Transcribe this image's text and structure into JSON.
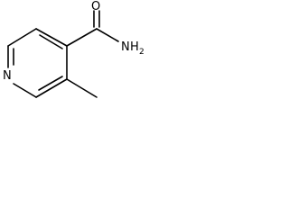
{
  "structure": {
    "atoms": {
      "oxygen": "O",
      "amine_n": "N",
      "amine_h": "H",
      "amine_sub": "2",
      "ring_n": "N"
    }
  },
  "colors": {
    "bond": "#000000",
    "background": "#ffffff"
  }
}
